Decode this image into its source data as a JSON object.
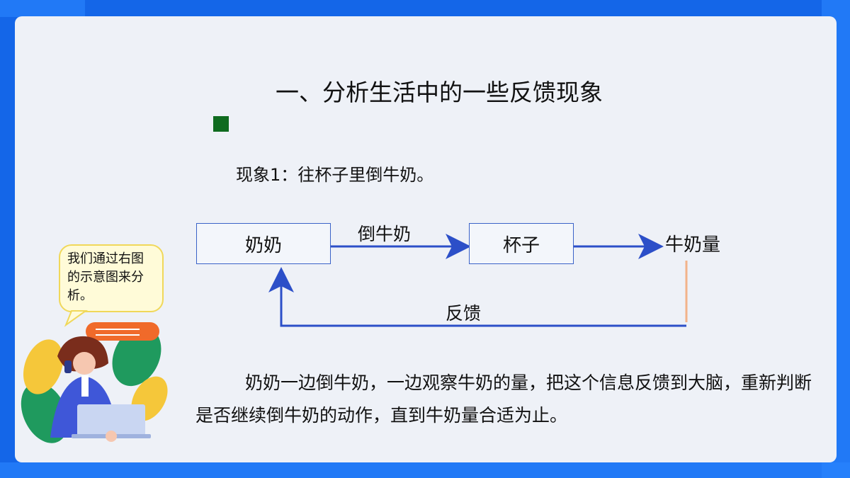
{
  "title": "一、分析生活中的一些反馈现象",
  "phenomenon": "现象1：往杯子里倒牛奶。",
  "diagram": {
    "box_grandma": "奶奶",
    "arrow_pour": "倒牛奶",
    "box_cup": "杯子",
    "output": "牛奶量",
    "feedback": "反馈"
  },
  "paragraph": "奶奶一边倒牛奶，一边观察牛奶的量，把这个信息反馈到大脑，重新判断是否继续倒牛奶的动作，直到牛奶量合适为止。",
  "bubble": {
    "text": "我们通过右图的示意图来分析。"
  },
  "colors": {
    "background": "#1466e8",
    "panel": "#eef1f7",
    "arrow": "#2c4fc8",
    "accent_square": "#0f6b1f",
    "feedback_line": "#f2b38a"
  },
  "illustration": {
    "icon": "woman-with-laptop-on-phone"
  }
}
